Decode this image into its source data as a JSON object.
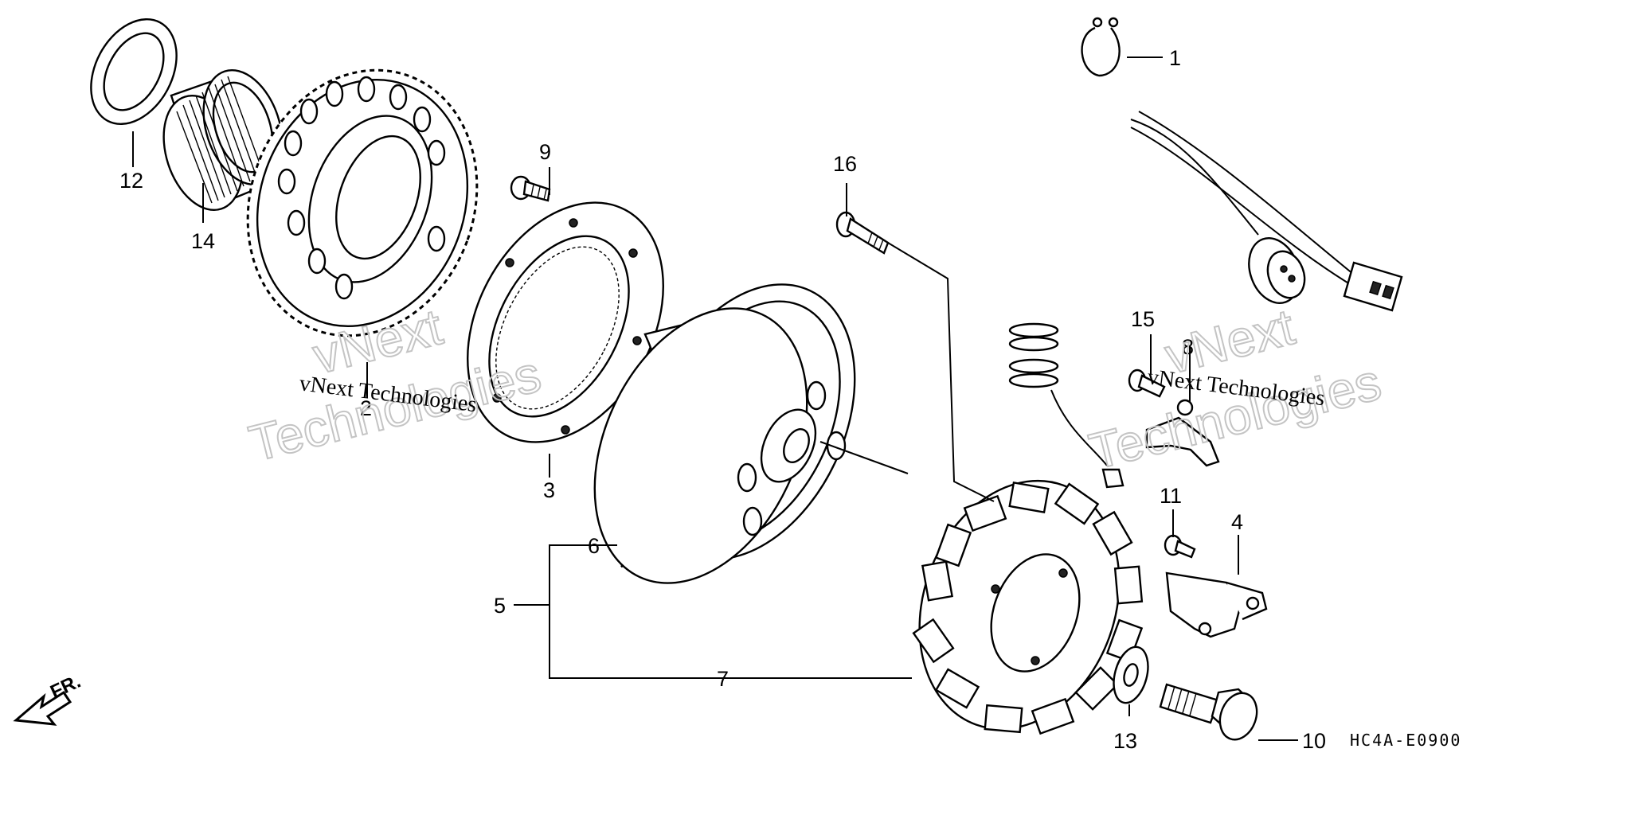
{
  "diagram": {
    "callouts": {
      "c1": "1",
      "c2": "2",
      "c3": "3",
      "c4": "4",
      "c5": "5",
      "c6": "6",
      "c7": "7",
      "c8": "8",
      "c9": "9",
      "c10": "10",
      "c11": "11",
      "c12": "12",
      "c13": "13",
      "c14": "14",
      "c15": "15",
      "c16": "16"
    },
    "front_arrow_label": "FR.",
    "drawing_code": "HC4A-E0900"
  },
  "watermark": {
    "big_line1": "vNext",
    "big_line2": "Technologies",
    "small": "vNext Technologies"
  },
  "colors": {
    "ink": "#000000",
    "paper": "#ffffff",
    "watermark": "#c4c4c4"
  }
}
